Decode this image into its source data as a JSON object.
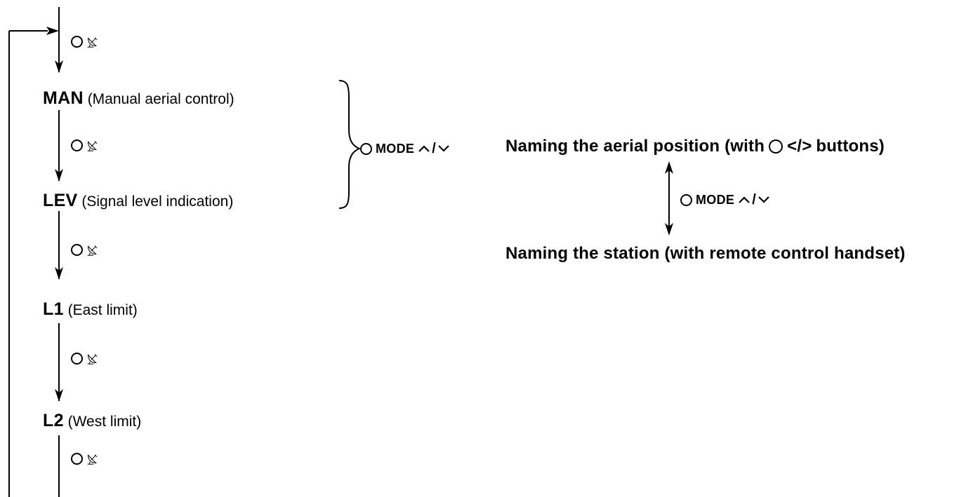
{
  "flow": {
    "steps": [
      {
        "code": "MAN",
        "description": "(Manual aerial control)"
      },
      {
        "code": "LEV",
        "description": "(Signal level indication)"
      },
      {
        "code": "L1",
        "description": "(East limit)"
      },
      {
        "code": "L2",
        "description": "(West limit)"
      }
    ]
  },
  "mode_buttons": {
    "mode_label": "MODE",
    "separator": "/"
  },
  "naming": {
    "aerial_prefix": "Naming the aerial position (with",
    "aerial_keys": "</>",
    "aerial_suffix": "buttons)",
    "station": "Naming the station (with remote control handset)"
  },
  "icons": {
    "button": "circle-button-icon",
    "aerial": "satellite-dish-icon",
    "up": "chevron-up-icon",
    "down": "chevron-down-icon"
  }
}
